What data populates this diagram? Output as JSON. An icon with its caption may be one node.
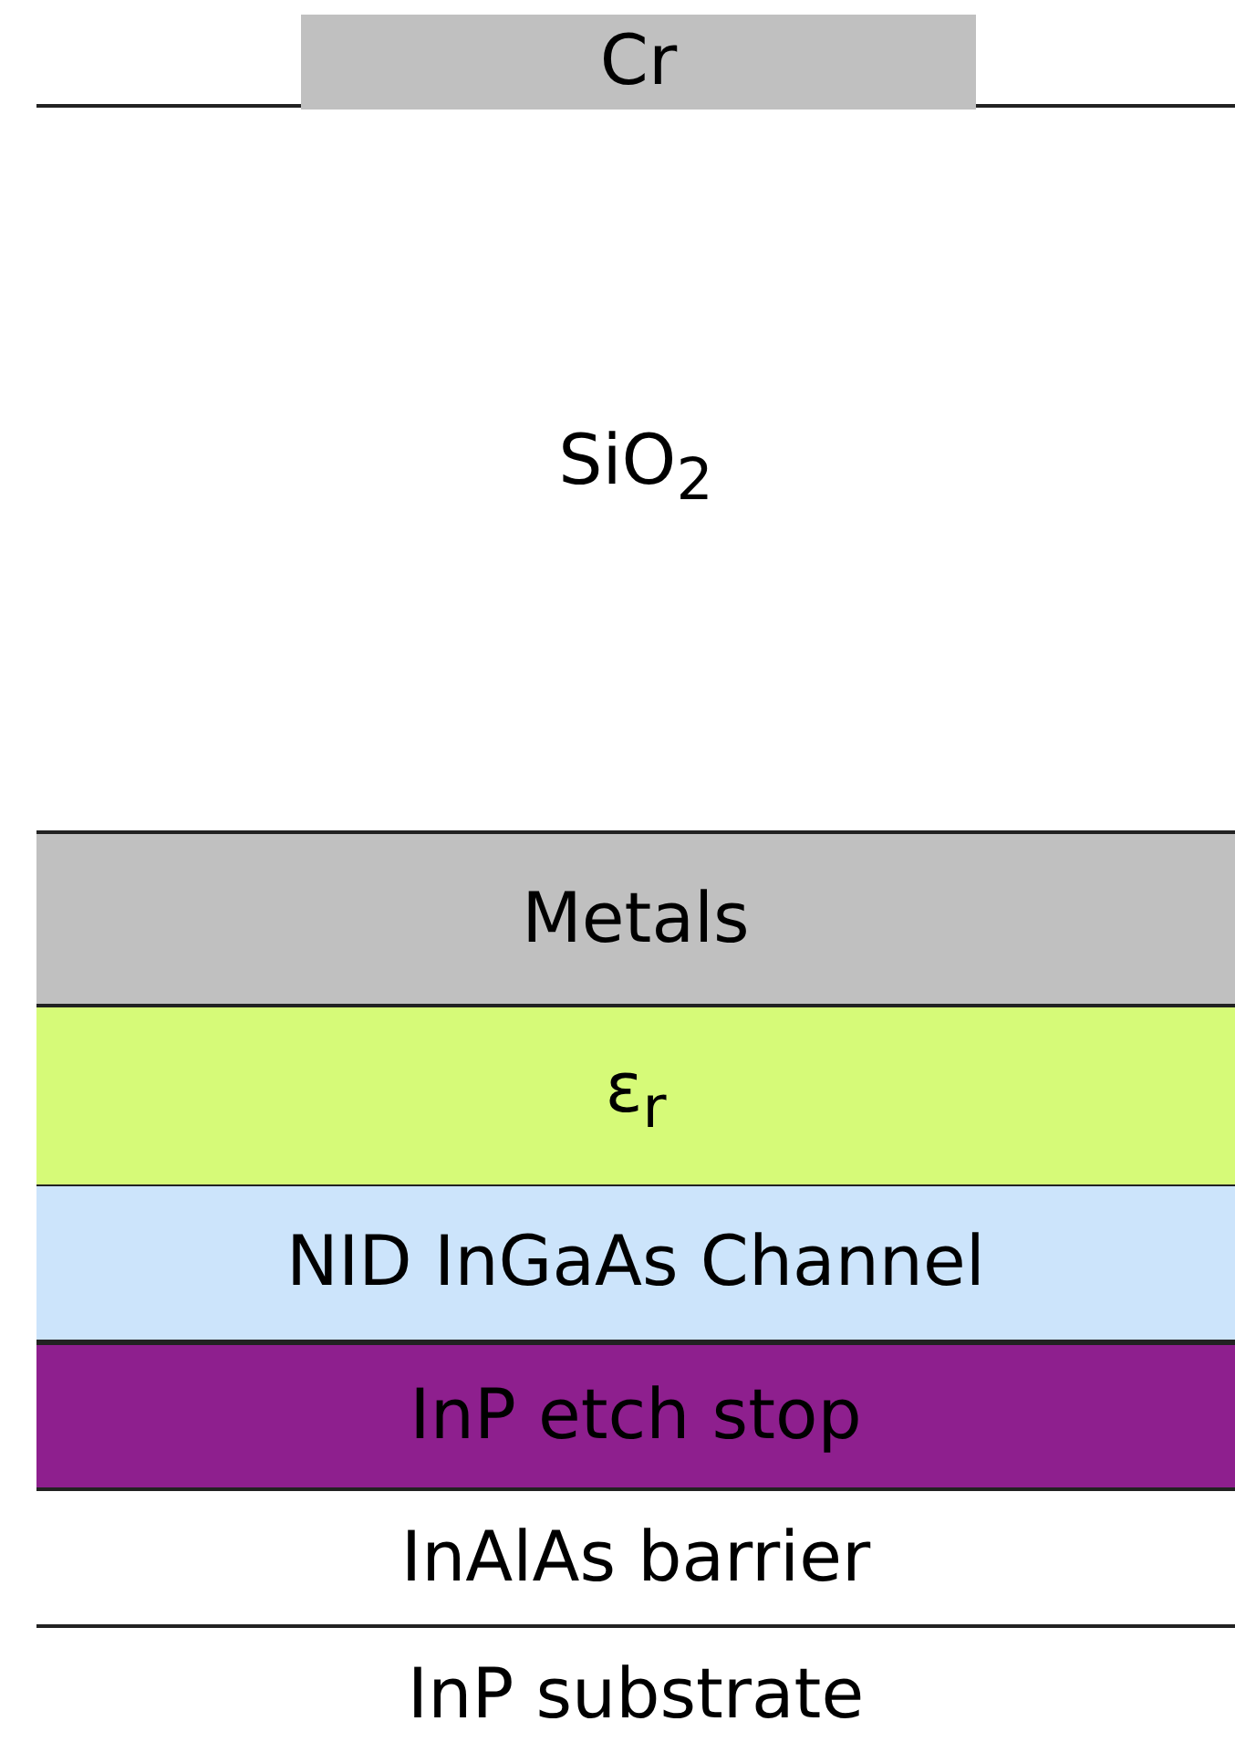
{
  "diagram": {
    "nodes": [
      {
        "text": [
          "Cr"
        ]
      },
      {
        "text": [
          "SiO$_{2}$"
        ]
      },
      {
        "text": [
          "Metals"
        ]
      },
      {
        "text": [
          "ε$_{r}$"
        ]
      },
      {
        "text": [
          "NID InGaAs Channel"
        ]
      },
      {
        "text": [
          "InP etch stop"
        ]
      },
      {
        "text": [
          "InAlAs barrier"
        ]
      },
      {
        "text": [
          "InP substrate"
        ]
      }
    ]
  }
}
